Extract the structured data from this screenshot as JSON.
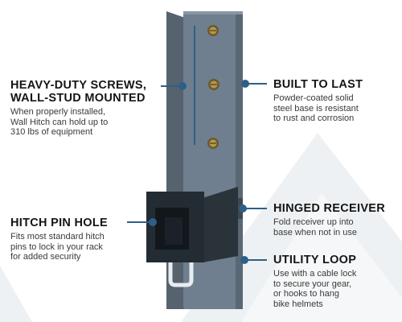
{
  "colors": {
    "accent": "#2f5f86",
    "plate": "#6f7f8f",
    "receiver": "#232b33"
  },
  "callouts": {
    "screws": {
      "title_line1": "HEAVY-DUTY SCREWS,",
      "title_line2": "WALL-STUD MOUNTED",
      "desc_line1": "When properly installed,",
      "desc_line2": "Wall Hitch can hold up to",
      "desc_line3": "310 lbs of equipment"
    },
    "built": {
      "title": "BUILT TO LAST",
      "desc_line1": "Powder-coated solid",
      "desc_line2": "steel base is resistant",
      "desc_line3": "to rust and corrosion"
    },
    "pin": {
      "title": "HITCH PIN HOLE",
      "desc_line1": "Fits most standard hitch",
      "desc_line2": "pins to lock in your rack",
      "desc_line3": "for added security"
    },
    "receiver": {
      "title": "HINGED RECEIVER",
      "desc_line1": "Fold receiver up into",
      "desc_line2": "base when not in use"
    },
    "loop": {
      "title": "UTILITY LOOP",
      "desc_line1": "Use with a cable lock",
      "desc_line2": "to secure your gear,",
      "desc_line3": "or hooks to hang",
      "desc_line4": "bike helmets"
    }
  }
}
